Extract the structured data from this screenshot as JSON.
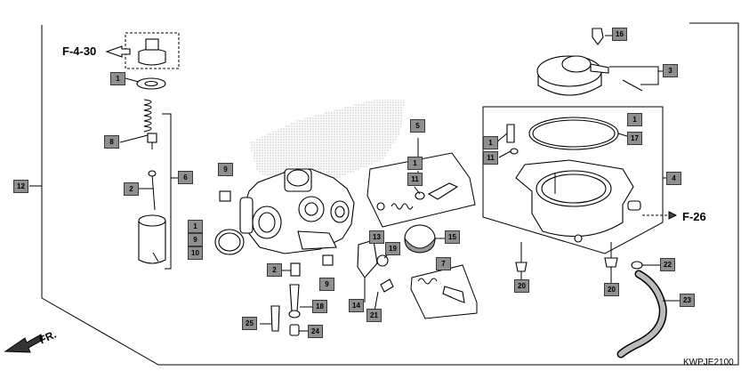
{
  "refs": {
    "f430": "F-4-30",
    "f26": "F-26",
    "fr": "FR.",
    "code": "KWPJE2100"
  },
  "callouts": [
    {
      "id": "c1a",
      "label": "1"
    },
    {
      "id": "c8",
      "label": "8"
    },
    {
      "id": "c2a",
      "label": "2"
    },
    {
      "id": "c6",
      "label": "6"
    },
    {
      "id": "c12",
      "label": "12"
    },
    {
      "id": "c9a",
      "label": "9"
    },
    {
      "id": "c1b",
      "label": "1"
    },
    {
      "id": "c9b",
      "label": "9"
    },
    {
      "id": "c10",
      "label": "10"
    },
    {
      "id": "c2b",
      "label": "2"
    },
    {
      "id": "c9c",
      "label": "9"
    },
    {
      "id": "c5",
      "label": "5"
    },
    {
      "id": "c1c",
      "label": "1"
    },
    {
      "id": "c11a",
      "label": "11"
    },
    {
      "id": "c13",
      "label": "13"
    },
    {
      "id": "c19",
      "label": "19"
    },
    {
      "id": "c15",
      "label": "15"
    },
    {
      "id": "c7",
      "label": "7"
    },
    {
      "id": "c14",
      "label": "14"
    },
    {
      "id": "c21",
      "label": "21"
    },
    {
      "id": "c18",
      "label": "18"
    },
    {
      "id": "c25",
      "label": "25"
    },
    {
      "id": "c24",
      "label": "24"
    },
    {
      "id": "c16",
      "label": "16"
    },
    {
      "id": "c3",
      "label": "3"
    },
    {
      "id": "c1d",
      "label": "1"
    },
    {
      "id": "c17",
      "label": "17"
    },
    {
      "id": "c1e",
      "label": "1"
    },
    {
      "id": "c11b",
      "label": "11"
    },
    {
      "id": "c4",
      "label": "4"
    },
    {
      "id": "c20a",
      "label": "20"
    },
    {
      "id": "c20b",
      "label": "20"
    },
    {
      "id": "c22",
      "label": "22"
    },
    {
      "id": "c23",
      "label": "23"
    }
  ]
}
